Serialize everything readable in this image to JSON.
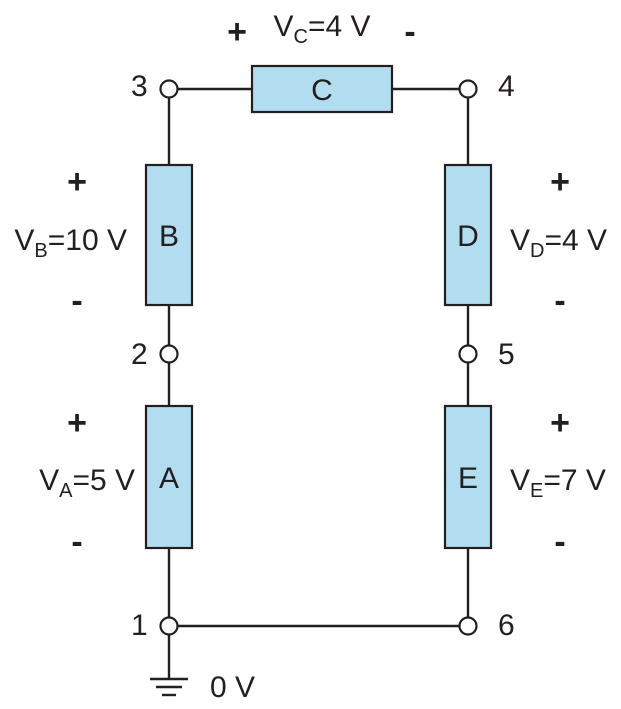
{
  "components": {
    "A": {
      "label": "A",
      "symbol": "V",
      "sub": "A",
      "value": "=5 V"
    },
    "B": {
      "label": "B",
      "symbol": "V",
      "sub": "B",
      "value": "=10 V"
    },
    "C": {
      "label": "C",
      "symbol": "V",
      "sub": "C",
      "value": "=4 V"
    },
    "D": {
      "label": "D",
      "symbol": "V",
      "sub": "D",
      "value": "=4 V"
    },
    "E": {
      "label": "E",
      "symbol": "V",
      "sub": "E",
      "value": "=7 V"
    }
  },
  "nodes": {
    "n1": "1",
    "n2": "2",
    "n3": "3",
    "n4": "4",
    "n5": "5",
    "n6": "6"
  },
  "ground": {
    "label": "0 V"
  },
  "signs": {
    "plus": "+",
    "minus": "-"
  },
  "colors": {
    "component_fill": "#b2dcef",
    "line": "#231f20"
  }
}
